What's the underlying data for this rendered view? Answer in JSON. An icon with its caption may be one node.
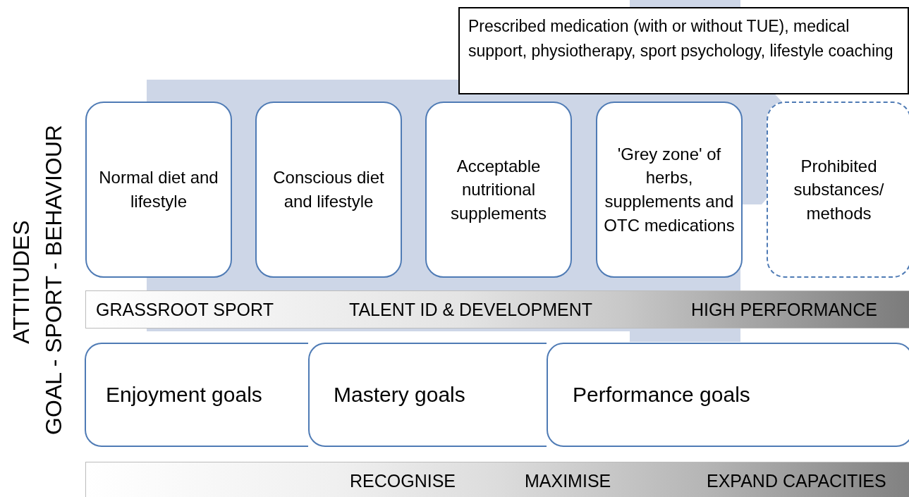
{
  "diagram": {
    "nodes": [
      {
        "text": [
          "Prescribed medication (with or without TUE), medical support, physiotherapy, sport psychology, lifestyle coaching"
        ]
      },
      {
        "text": [
          "Normal diet and lifestyle"
        ]
      },
      {
        "text": [
          "Conscious diet and lifestyle"
        ]
      },
      {
        "text": [
          "Acceptable nutritional supplements"
        ]
      },
      {
        "text": [
          "'Grey zone' of herbs, supplements and OTC medications"
        ]
      },
      {
        "text": [
          "Prohibited substances/ methods"
        ]
      },
      {
        "text": [
          "GRASSROOT SPORT",
          "TALENT ID & DEVELOPMENT",
          "HIGH PERFORMANCE"
        ]
      },
      {
        "text": [
          "Enjoyment goals"
        ]
      },
      {
        "text": [
          "Mastery goals"
        ]
      },
      {
        "text": [
          "Performance goals"
        ]
      },
      {
        "text": [
          "RECOGNISE",
          "MAXIMISE",
          "EXPAND CAPACITIES"
        ]
      }
    ],
    "labels": [
      "ATTITUDES",
      "GOAL - SPORT - BEHAVIOUR"
    ]
  }
}
